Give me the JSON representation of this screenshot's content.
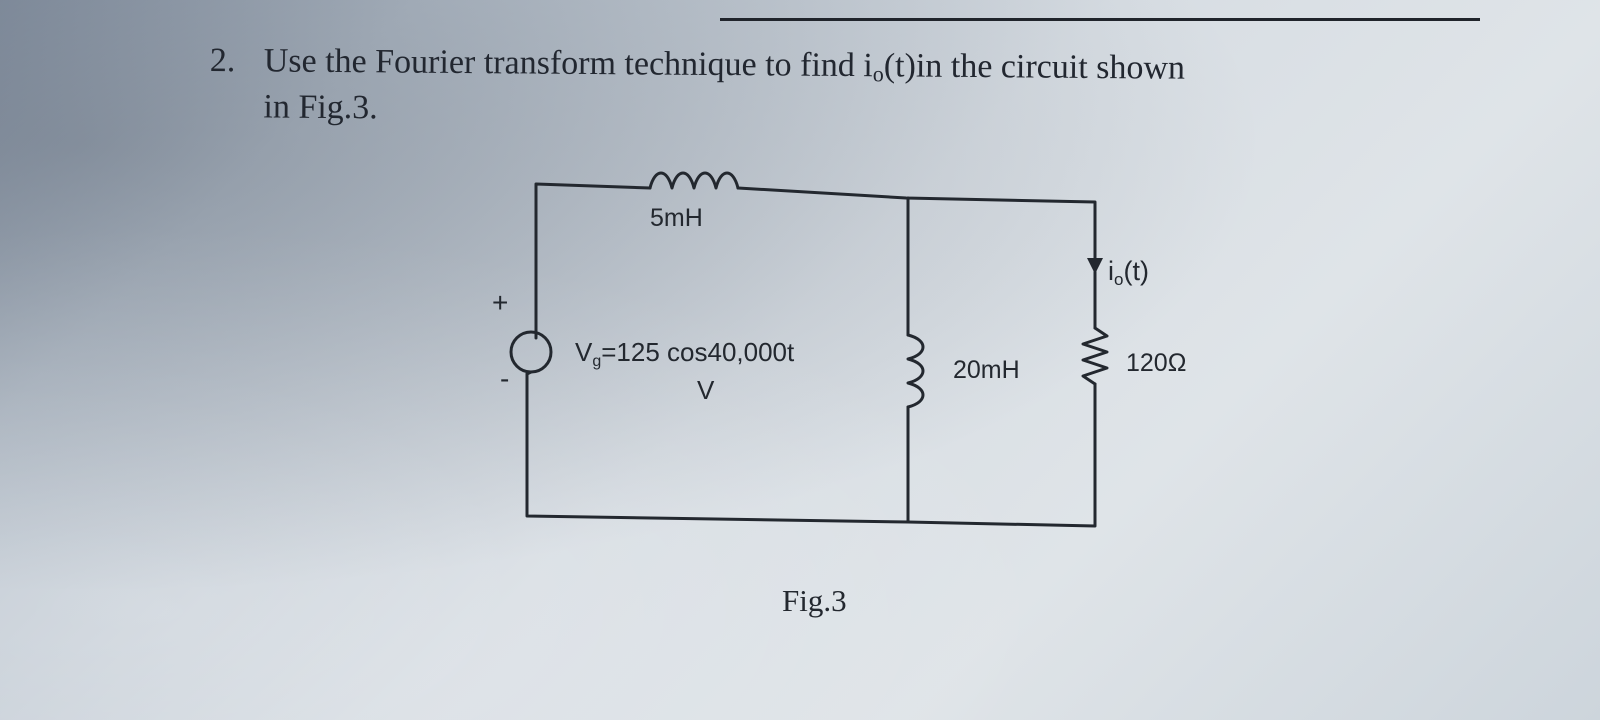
{
  "question": {
    "number": "2.",
    "line1": "Use the Fourier transform technique to find i",
    "sub": "o",
    "line1_end": "(t)in the circuit shown",
    "line2": "in Fig.3."
  },
  "circuit": {
    "series_inductor": "5mH",
    "shunt_inductor": "20mH",
    "load_resistor": "120Ω",
    "current_label": "i",
    "current_sub": "o",
    "current_suffix": "(t)",
    "source_label": "V",
    "source_sub": "g",
    "source_expression": "=125 cos40,000t",
    "source_unit": "V",
    "plus_sign": "+",
    "minus_sign": "-"
  },
  "figure_caption": "Fig.3"
}
